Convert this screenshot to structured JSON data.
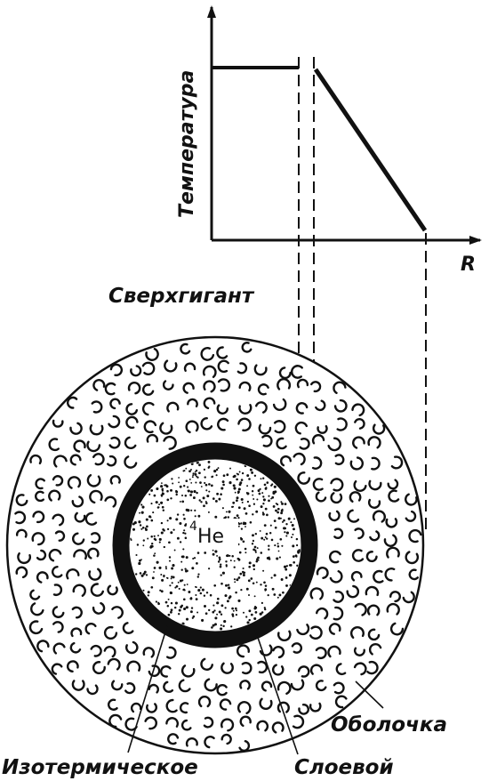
{
  "graph": {
    "ylabel": "Температура",
    "xlabel": "R"
  },
  "labels": {
    "supergiant": "Сверхгигант",
    "core_mass": "4",
    "core_element": "He",
    "isothermal": "Изотермическое",
    "layer": "Слоевой",
    "envelope": "Оболочка"
  },
  "colors": {
    "ink": "#111111",
    "background": "#ffffff"
  }
}
